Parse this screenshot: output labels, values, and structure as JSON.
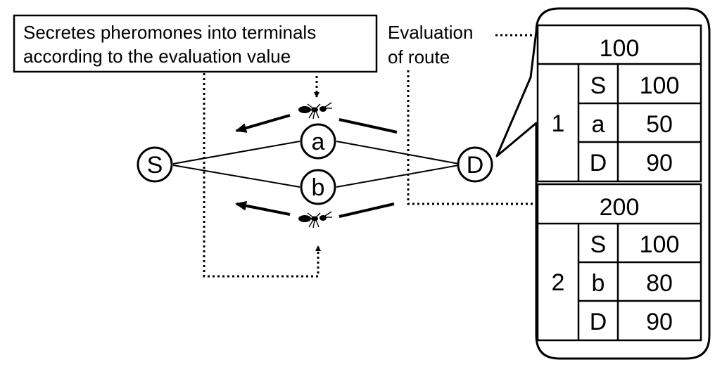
{
  "callout": {
    "line1": "Secretes pheromones into terminals",
    "line2": "according to the evaluation value"
  },
  "evaluation_label": {
    "line1": "Evaluation",
    "line2": "of route"
  },
  "nodes": {
    "source": "S",
    "middle_a": "a",
    "middle_b": "b",
    "destination": "D"
  },
  "route_tables": [
    {
      "evaluation": "200",
      "route_id": "2",
      "rows": [
        {
          "node": "S",
          "value": "100"
        },
        {
          "node": "b",
          "value": "80"
        },
        {
          "node": "D",
          "value": "90"
        }
      ]
    }
  ],
  "route_table_1": {
    "evaluation": "100",
    "route_id": "1",
    "rows": [
      {
        "node": "S",
        "value": "100"
      },
      {
        "node": "a",
        "value": "50"
      },
      {
        "node": "D",
        "value": "90"
      }
    ]
  },
  "icons": [
    "ant-icon",
    "ant-icon"
  ]
}
